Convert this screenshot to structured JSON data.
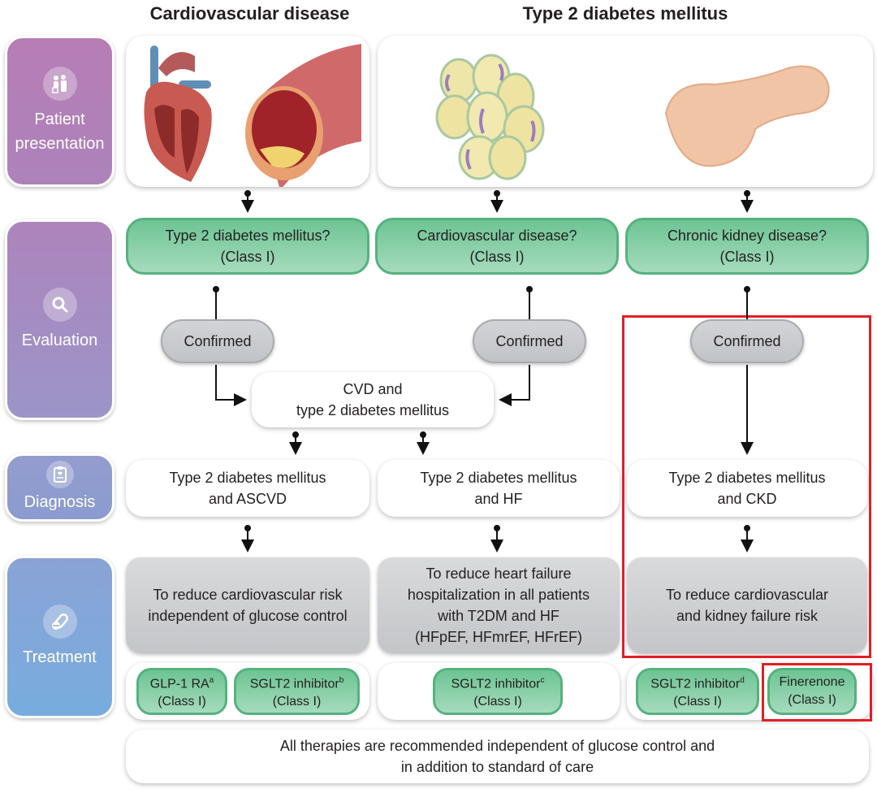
{
  "columns": {
    "left_header": "Cardiovascular disease",
    "right_header": "Type 2 diabetes mellitus"
  },
  "stages": [
    {
      "label_line1": "Patient",
      "label_line2": "presentation",
      "icon": "patient-doctor-icon",
      "color": "#b77db5"
    },
    {
      "label_line1": "Evaluation",
      "label_line2": "",
      "icon": "magnifier-icon",
      "color": "#a389c0"
    },
    {
      "label_line1": "Diagnosis",
      "label_line2": "",
      "icon": "clipboard-icon",
      "color": "#8f9bcc"
    },
    {
      "label_line1": "Treatment",
      "label_line2": "",
      "icon": "pills-icon",
      "color": "#7eaad9"
    }
  ],
  "images": {
    "heart": "heart-illustration",
    "artery": "artery-plaque-illustration",
    "cells": "adipocyte-cells-illustration",
    "pancreas": "pancreas-illustration"
  },
  "evaluation": [
    {
      "line1": "Type 2 diabetes mellitus?",
      "line2": "(Class I)"
    },
    {
      "line1": "Cardiovascular disease?",
      "line2": "(Class I)"
    },
    {
      "line1": "Chronic kidney disease?",
      "line2": "(Class I)"
    }
  ],
  "confirmed_label": "Confirmed",
  "combined": {
    "line1": "CVD and",
    "line2": "type 2 diabetes mellitus"
  },
  "diagnosis": [
    {
      "line1": "Type 2 diabetes mellitus",
      "line2": "and ASCVD"
    },
    {
      "line1": "Type 2 diabetes mellitus",
      "line2": "and HF"
    },
    {
      "line1": "Type 2 diabetes mellitus",
      "line2": "and CKD"
    }
  ],
  "treatment_goals": [
    {
      "lines": [
        "To reduce cardiovascular risk",
        "independent of glucose control"
      ]
    },
    {
      "lines": [
        "To reduce heart failure",
        "hospitalization in all patients",
        "with T2DM and HF",
        "(HFpEF, HFmrEF, HFrEF)"
      ]
    },
    {
      "lines": [
        "To reduce cardiovascular",
        "and kidney failure risk"
      ]
    }
  ],
  "drugs": [
    {
      "name": "GLP-1 RA",
      "sup": "a",
      "class": "(Class I)"
    },
    {
      "name": "SGLT2 inhibitor",
      "sup": "b",
      "class": "(Class I)"
    },
    {
      "name": "SGLT2 inhibitor",
      "sup": "c",
      "class": "(Class I)"
    },
    {
      "name": "SGLT2 inhibitor",
      "sup": "d",
      "class": "(Class I)"
    },
    {
      "name": "Finerenone",
      "sup": "",
      "class": "(Class I)"
    }
  ],
  "footer": {
    "line1": "All therapies are recommended independent of glucose control and",
    "line2": "in addition to standard of care"
  },
  "highlight_color": "#e31e25"
}
